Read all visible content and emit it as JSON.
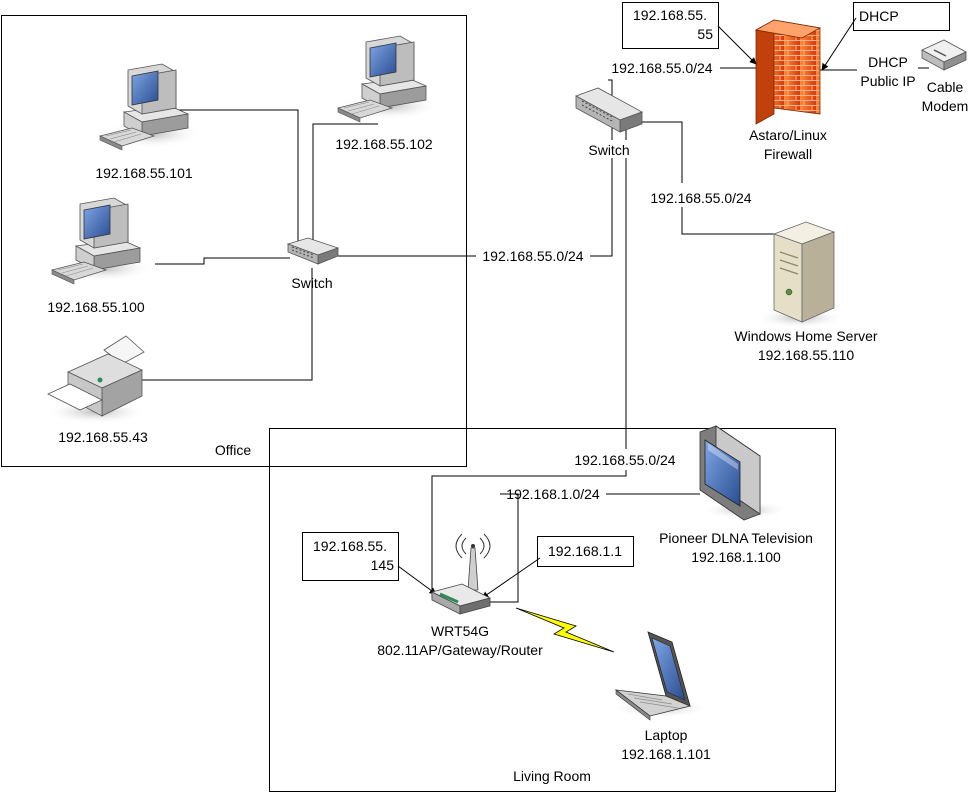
{
  "rooms": {
    "office": "Office",
    "living_room": "Living Room"
  },
  "office": {
    "pc1_ip": "192.168.55.101",
    "pc2_ip": "192.168.55.102",
    "pc3_ip": "192.168.55.100",
    "printer_ip": "192.168.55.43",
    "switch_label": "Switch"
  },
  "links": {
    "office_uplink": "192.168.55.0/24",
    "firewall_lan": "192.168.55.0/24",
    "server_lan": "192.168.55.0/24",
    "router_wan": "192.168.55.0/24",
    "router_lan": "192.168.1.0/24"
  },
  "core": {
    "switch_label": "Switch",
    "firewall_label_line1": "Astaro/Linux",
    "firewall_label_line2": "Firewall",
    "firewall_ip_line1": "192.168.55.",
    "firewall_ip_line2": "55",
    "dhcp_box": "DHCP",
    "wan_line1": "DHCP",
    "wan_line2": "Public IP",
    "modem_line1": "Cable",
    "modem_line2": "Modem",
    "server_name": "Windows Home Server",
    "server_ip": "192.168.55.110"
  },
  "living": {
    "router_wan_ip_line1": "192.168.55.",
    "router_wan_ip_line2": "145",
    "router_lan_ip": "192.168.1.1",
    "router_name": "WRT54G",
    "router_desc": "802.11AP/Gateway/Router",
    "tv_name": "Pioneer DLNA Television",
    "tv_ip": "192.168.1.100",
    "laptop_name": "Laptop",
    "laptop_ip": "192.168.1.101"
  },
  "colors": {
    "firewall": "#e8541c",
    "lightning": "#ffff00",
    "device_grey": "#c8c8c8",
    "screen_blue": "#4a6fb0"
  }
}
